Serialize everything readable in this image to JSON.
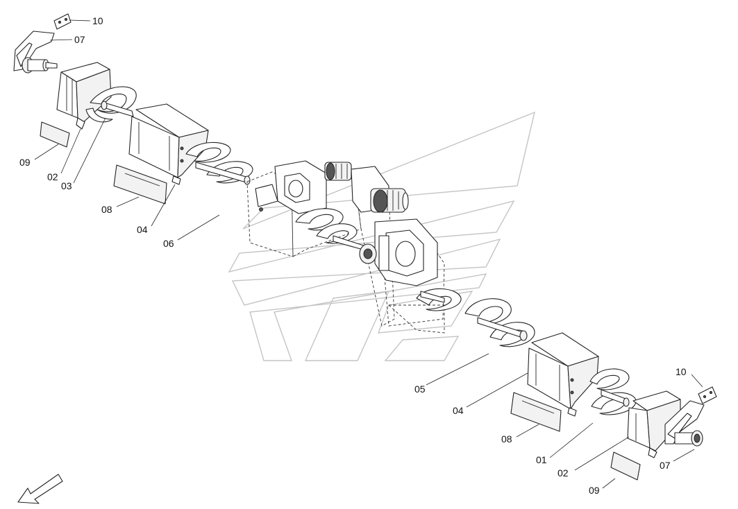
{
  "diagram": {
    "callouts": [
      {
        "id": "c10a",
        "text": "10"
      },
      {
        "id": "c07a",
        "text": "07"
      },
      {
        "id": "c09a",
        "text": "09"
      },
      {
        "id": "c02a",
        "text": "02"
      },
      {
        "id": "c03a",
        "text": "03"
      },
      {
        "id": "c08a",
        "text": "08"
      },
      {
        "id": "c04a",
        "text": "04"
      },
      {
        "id": "c06a",
        "text": "06"
      },
      {
        "id": "c05b",
        "text": "05"
      },
      {
        "id": "c04b",
        "text": "04"
      },
      {
        "id": "c08b",
        "text": "08"
      },
      {
        "id": "c01b",
        "text": "01"
      },
      {
        "id": "c02b",
        "text": "02"
      },
      {
        "id": "c10b",
        "text": "10"
      },
      {
        "id": "c07b",
        "text": "07"
      },
      {
        "id": "c09b",
        "text": "09"
      }
    ],
    "colors": {
      "line": "#222222",
      "watermark": "#c4c4c4",
      "background": "#ffffff"
    }
  }
}
